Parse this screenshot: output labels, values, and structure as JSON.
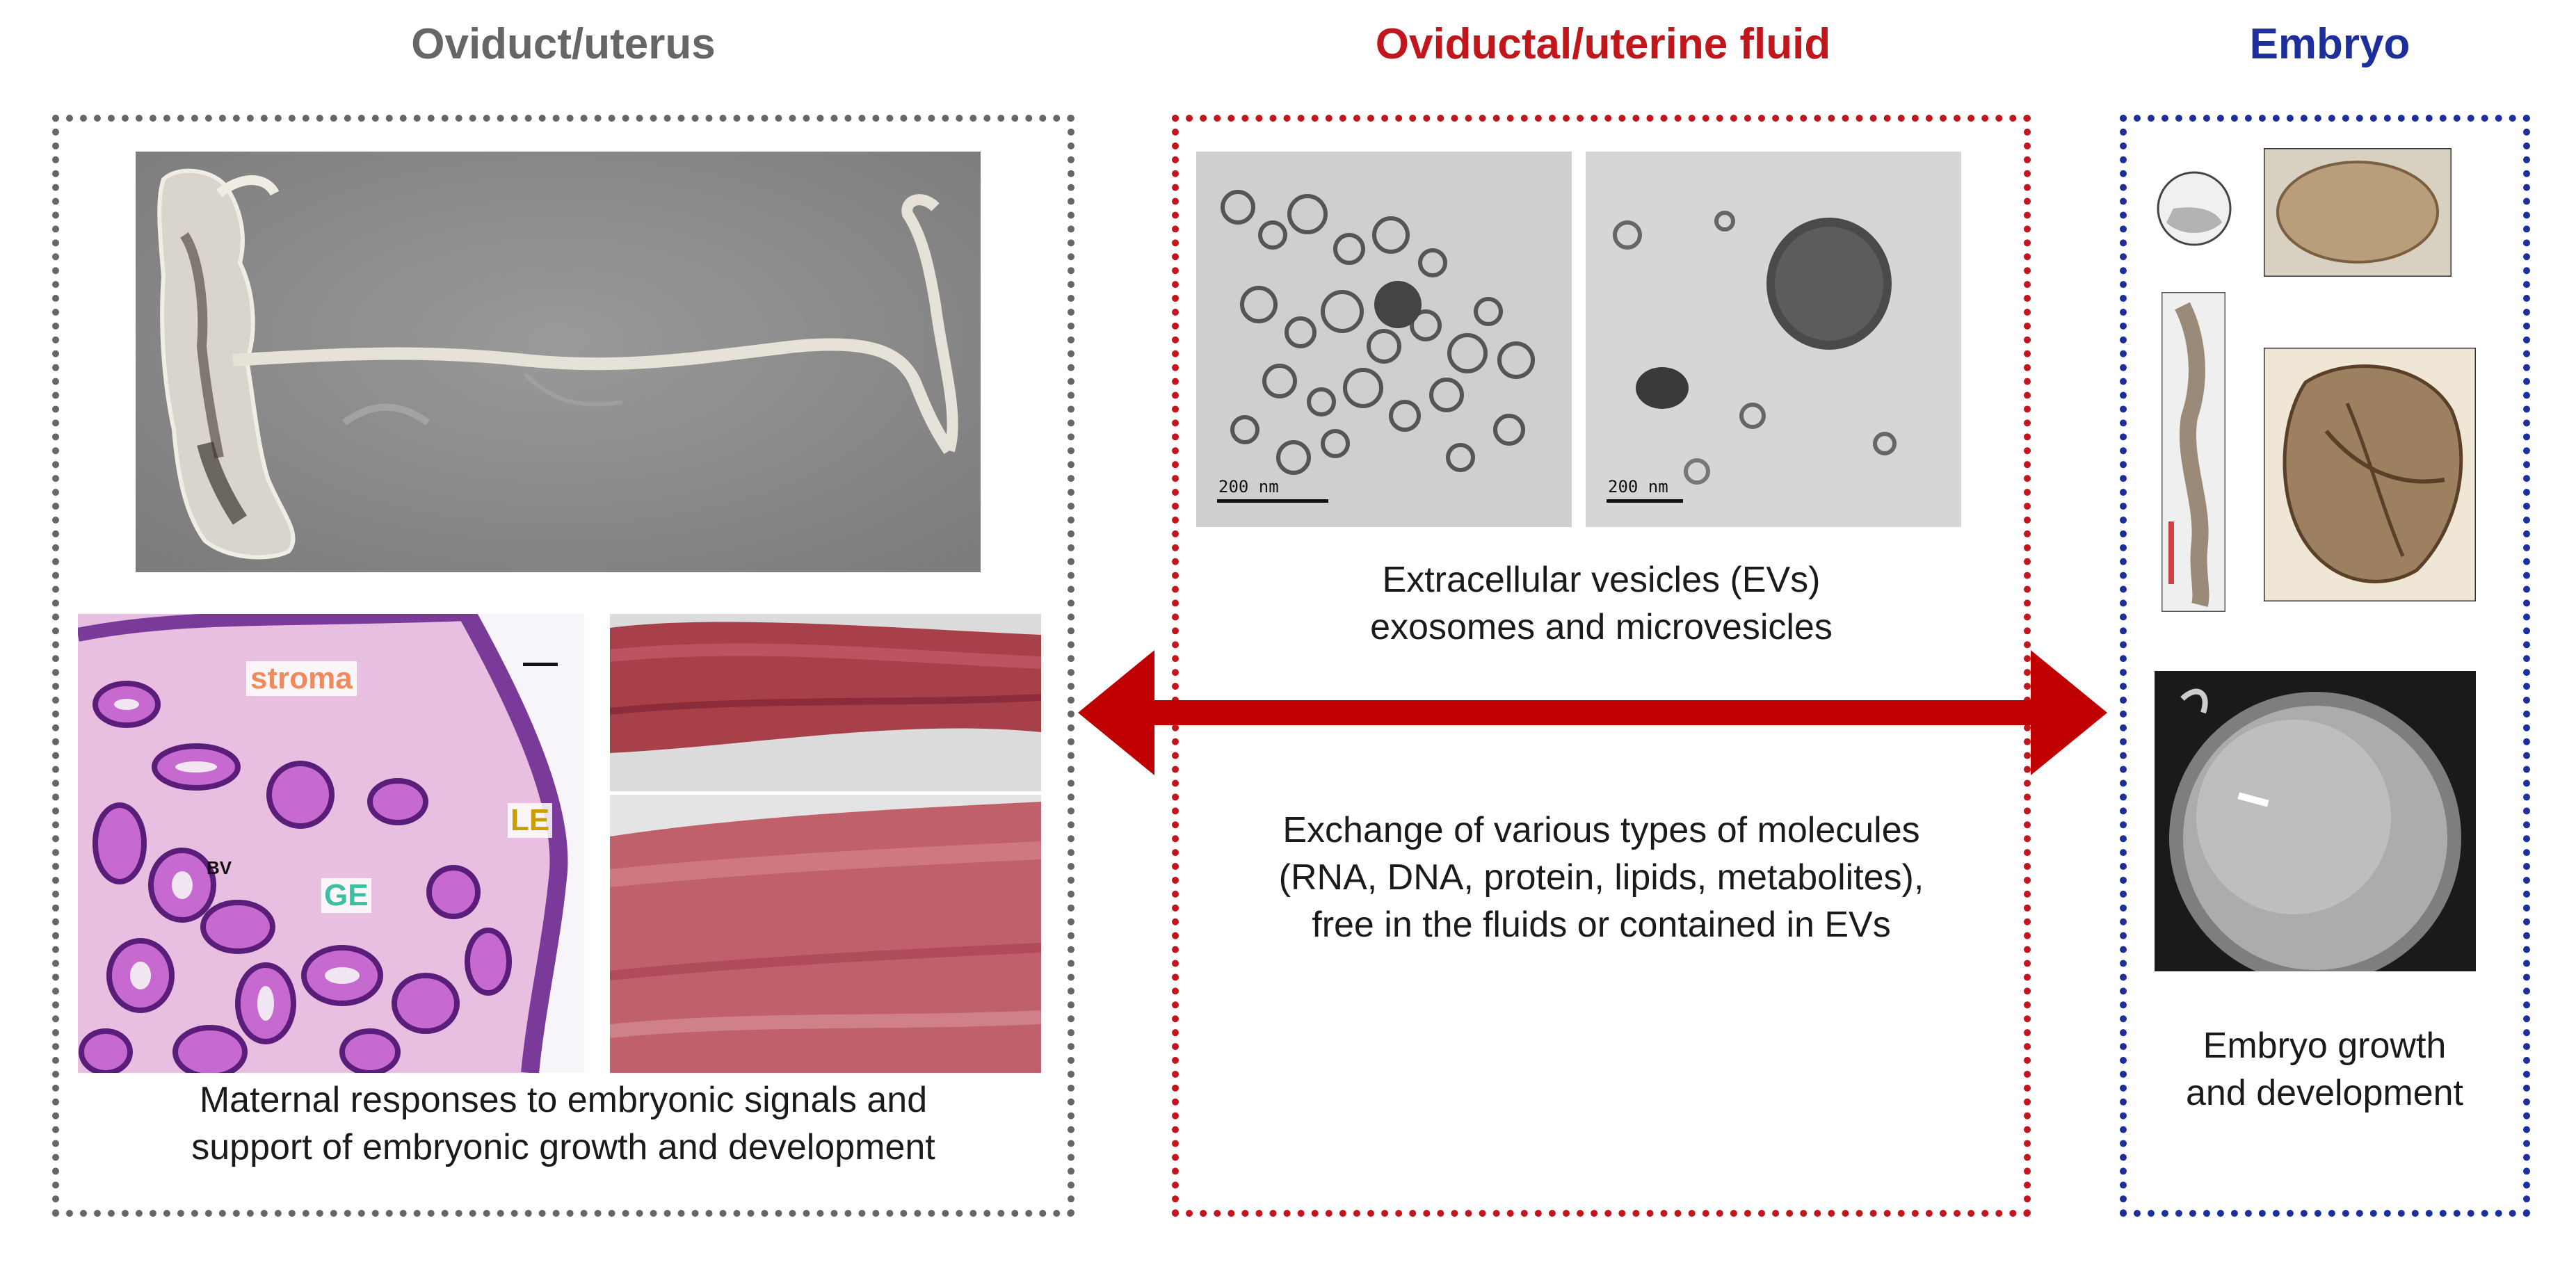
{
  "titles": {
    "left": "Oviduct/uterus",
    "middle": "Oviductal/uterine fluid",
    "right": "Embryo"
  },
  "colors": {
    "left": "#666666",
    "middle": "#c0161c",
    "right": "#1c2f9c",
    "arrow": "#c00000"
  },
  "left": {
    "histology_labels": {
      "stroma": "stroma",
      "le": "LE",
      "ge": "GE",
      "bv": "BV"
    },
    "caption": [
      "Maternal responses to embryonic signals and",
      "support of embryonic growth and development"
    ]
  },
  "middle": {
    "scalebar_1": "200 nm",
    "scalebar_2": "200 nm",
    "ev_caption": [
      "Extracellular vesicles (EVs)",
      "exosomes and microvesicles"
    ],
    "exchange_caption": [
      "Exchange of various types of molecules",
      "(RNA, DNA, protein, lipids, metabolites),",
      "free in the fluids or contained in EVs"
    ]
  },
  "right": {
    "caption": [
      "Embryo growth",
      "and development"
    ]
  }
}
